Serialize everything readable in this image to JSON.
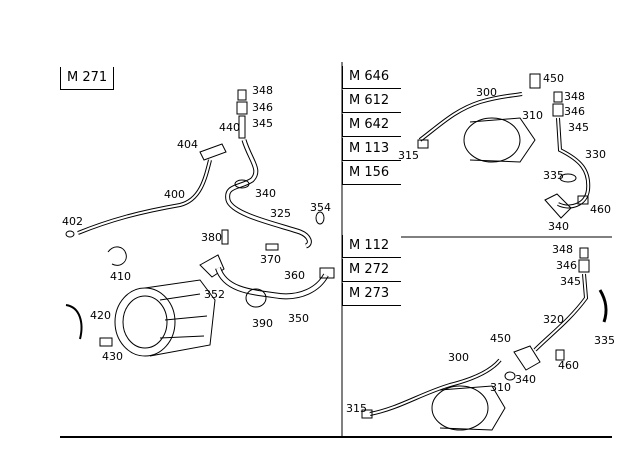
{
  "panels": {
    "left": {
      "model_labels": [
        "M 271"
      ],
      "callouts": [
        "348",
        "346",
        "345",
        "440",
        "404",
        "400",
        "402",
        "410",
        "340",
        "325",
        "354",
        "380",
        "370",
        "360",
        "352",
        "420",
        "430",
        "390",
        "350"
      ]
    },
    "top_right": {
      "model_labels": [
        "M 646",
        "M 612",
        "M 642",
        "M 113",
        "M 156"
      ],
      "callouts": [
        "300",
        "450",
        "348",
        "346",
        "345",
        "310",
        "315",
        "330",
        "335",
        "340",
        "460"
      ]
    },
    "bottom_right": {
      "model_labels": [
        "M 112",
        "M 272",
        "M 273"
      ],
      "callouts": [
        "348",
        "346",
        "345",
        "320",
        "335",
        "450",
        "300",
        "460",
        "340",
        "310",
        "315"
      ]
    }
  }
}
